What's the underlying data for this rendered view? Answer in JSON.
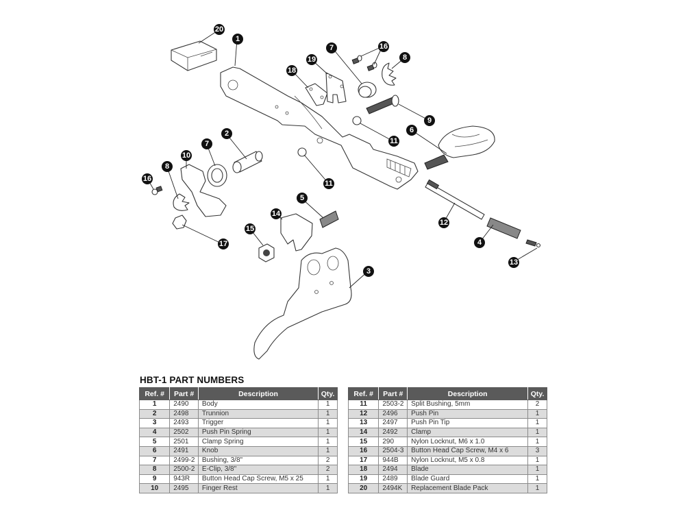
{
  "title": "HBT-1 PART NUMBERS",
  "table_headers": {
    "ref": "Ref. #",
    "part": "Part #",
    "description": "Description",
    "qty": "Qty."
  },
  "parts_left": [
    {
      "ref": "1",
      "part": "2490",
      "description": "Body",
      "qty": "1"
    },
    {
      "ref": "2",
      "part": "2498",
      "description": "Trunnion",
      "qty": "1"
    },
    {
      "ref": "3",
      "part": "2493",
      "description": "Trigger",
      "qty": "1"
    },
    {
      "ref": "4",
      "part": "2502",
      "description": "Push Pin Spring",
      "qty": "1"
    },
    {
      "ref": "5",
      "part": "2501",
      "description": "Clamp Spring",
      "qty": "1"
    },
    {
      "ref": "6",
      "part": "2491",
      "description": "Knob",
      "qty": "1"
    },
    {
      "ref": "7",
      "part": "2499-2",
      "description": "Bushing, 3/8\"",
      "qty": "2"
    },
    {
      "ref": "8",
      "part": "2500-2",
      "description": "E-Clip, 3/8\"",
      "qty": "2"
    },
    {
      "ref": "9",
      "part": "943R",
      "description": "Button Head Cap Screw, M5 x 25",
      "qty": "1"
    },
    {
      "ref": "10",
      "part": "2495",
      "description": "Finger Rest",
      "qty": "1"
    }
  ],
  "parts_right": [
    {
      "ref": "11",
      "part": "2503-2",
      "description": "Split Bushing, 5mm",
      "qty": "2"
    },
    {
      "ref": "12",
      "part": "2496",
      "description": "Push Pin",
      "qty": "1"
    },
    {
      "ref": "13",
      "part": "2497",
      "description": "Push Pin Tip",
      "qty": "1"
    },
    {
      "ref": "14",
      "part": "2492",
      "description": "Clamp",
      "qty": "1"
    },
    {
      "ref": "15",
      "part": "290",
      "description": "Nylon Locknut, M6 x 1.0",
      "qty": "1"
    },
    {
      "ref": "16",
      "part": "2504-3",
      "description": "Button Head Cap Screw, M4 x 6",
      "qty": "3"
    },
    {
      "ref": "17",
      "part": "944B",
      "description": "Nylon Locknut, M5 x 0.8",
      "qty": "1"
    },
    {
      "ref": "18",
      "part": "2494",
      "description": "Blade",
      "qty": "1"
    },
    {
      "ref": "19",
      "part": "2489",
      "description": "Blade Guard",
      "qty": "1"
    },
    {
      "ref": "20",
      "part": "2494K",
      "description": "Replacement Blade Pack",
      "qty": "1"
    }
  ],
  "callouts": [
    "20",
    "1",
    "7",
    "16",
    "8",
    "18",
    "19",
    "9",
    "11",
    "6",
    "2",
    "10",
    "7",
    "8",
    "16",
    "11",
    "12",
    "5",
    "14",
    "15",
    "17",
    "4",
    "13",
    "3"
  ]
}
